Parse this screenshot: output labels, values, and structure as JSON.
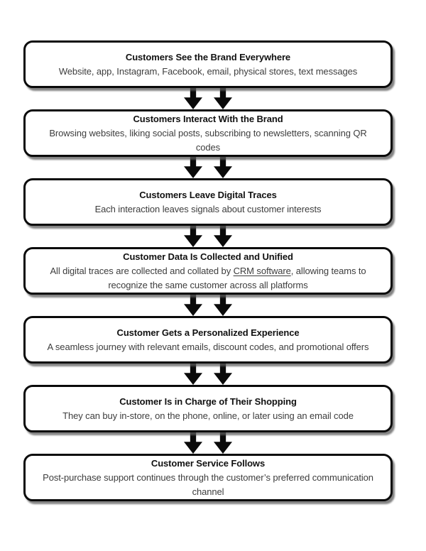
{
  "diagram": {
    "type": "flowchart",
    "direction": "top-to-bottom",
    "colors": {
      "background": "#ffffff",
      "box_fill": "#ffffff",
      "box_border": "#0a0a0a",
      "shadow": "#5a5a5a",
      "arrow": "#0a0a0a",
      "title_text": "#111111",
      "body_text": "#3d3d3d"
    },
    "connector_icon": "double-down-arrow",
    "boxes": [
      {
        "title": "Customers See the Brand Everywhere",
        "body": [
          {
            "text": "Website, app, Instagram, Facebook, email, physical stores, text messages",
            "underline": false
          }
        ]
      },
      {
        "title": "Customers Interact With the Brand",
        "body": [
          {
            "text": "Browsing websites, liking social posts, subscribing to newsletters, scanning QR codes",
            "underline": false
          }
        ]
      },
      {
        "title": "Customers Leave Digital Traces",
        "body": [
          {
            "text": "Each interaction leaves signals about customer interests",
            "underline": false
          }
        ]
      },
      {
        "title": "Customer Data Is Collected and Unified",
        "body": [
          {
            "text": "All digital traces are collected and collated by ",
            "underline": false
          },
          {
            "text": "CRM software",
            "underline": true
          },
          {
            "text": ", allowing teams to recognize the same customer across all platforms",
            "underline": false
          }
        ]
      },
      {
        "title": "Customer Gets a Personalized Experience",
        "body": [
          {
            "text": "A seamless journey with relevant emails, discount codes, and promotional offers",
            "underline": false
          }
        ]
      },
      {
        "title": "Customer Is in Charge of Their Shopping",
        "body": [
          {
            "text": "They can buy in-store, on the phone, online, or later using an email code",
            "underline": false
          }
        ]
      },
      {
        "title": "Customer Service Follows",
        "body": [
          {
            "text": "Post-purchase support continues through the customer’s preferred communication channel",
            "underline": false
          }
        ]
      }
    ]
  }
}
